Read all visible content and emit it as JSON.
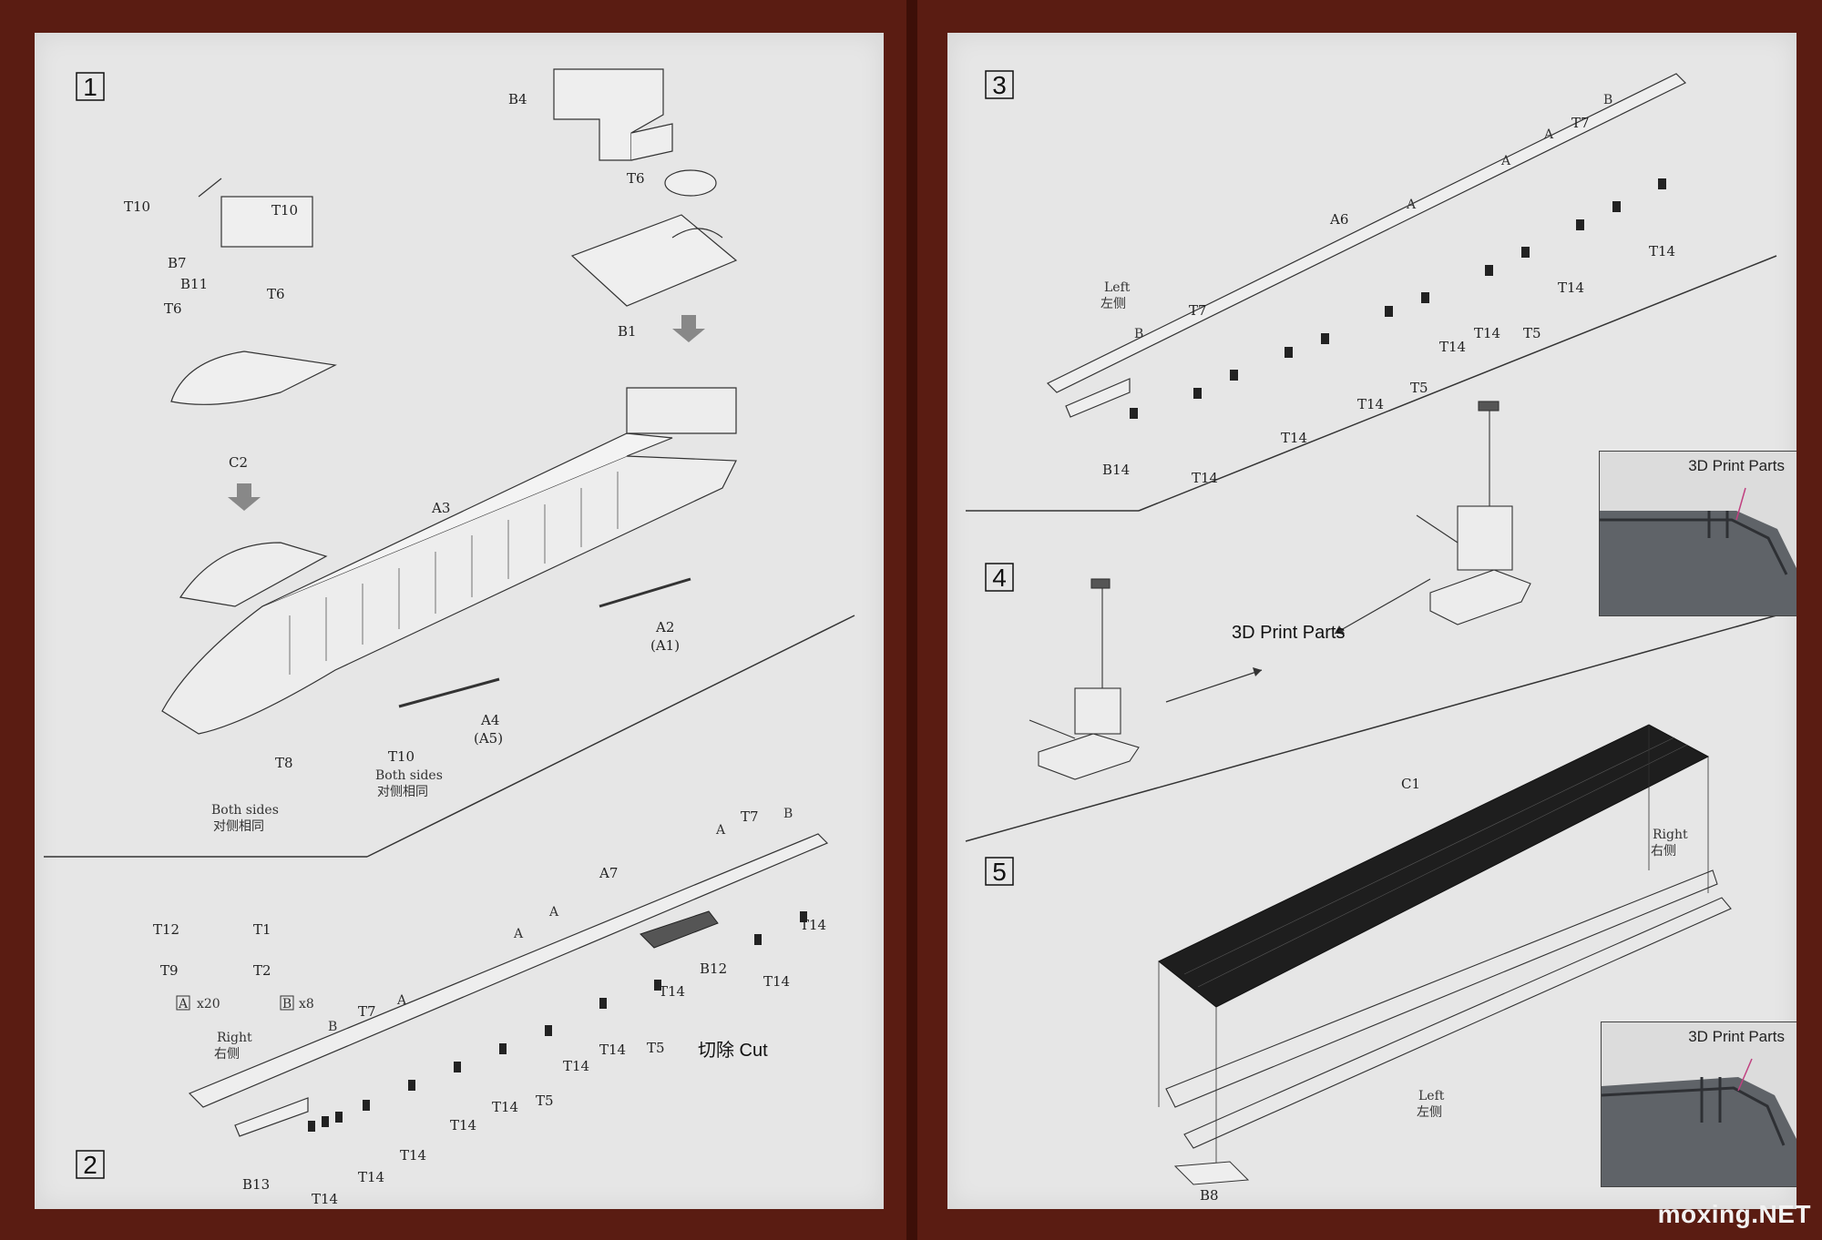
{
  "left_page": {
    "step1": {
      "number": "1",
      "labels": {
        "b4": "B4",
        "t6_top": "T6",
        "b1": "B1",
        "t10_a": "T10",
        "t10_b": "T10",
        "b7": "B7",
        "b11": "B11",
        "t6_a": "T6",
        "t6_b": "T6",
        "c2": "C2",
        "a3": "A3",
        "a2": "A2",
        "a1": "(A1)",
        "a4": "A4",
        "a5": "(A5)",
        "t10_c": "T10",
        "both_sides_1": "Both sides",
        "both_sides_cn_1": "对侧相同",
        "t8": "T8",
        "both_sides_2": "Both sides",
        "both_sides_cn_2": "对侧相同"
      }
    },
    "step2": {
      "number": "2",
      "labels": {
        "t12": "T12",
        "t1": "T1",
        "t9": "T9",
        "t2": "T2",
        "a_box": "A",
        "a_qty": "x20",
        "b_box": "B",
        "b_qty": "x8",
        "right": "Right",
        "right_cn": "右侧",
        "a7": "A7",
        "t7_a": "T7",
        "b_a": "B",
        "a_1": "A",
        "a_2": "A",
        "a_3": "A",
        "a_4": "A",
        "t7_b": "T7",
        "b_b": "B",
        "b12": "B12",
        "t14_a": "T14",
        "t14_b": "T14",
        "t14_c": "T14",
        "t14_d": "T14",
        "t14_e": "T14",
        "t14_f": "T14",
        "t14_g": "T14",
        "t14_h": "T14",
        "t14_i": "T14",
        "t14_j": "T14",
        "t5_a": "T5",
        "t5_b": "T5",
        "cut": "切除 Cut",
        "b13": "B13"
      }
    }
  },
  "right_page": {
    "step3": {
      "number": "3",
      "labels": {
        "a6": "A6",
        "b_a": "B",
        "t7_a": "T7",
        "a_1": "A",
        "a_2": "A",
        "a_3": "A",
        "left": "Left",
        "left_cn": "左侧",
        "t7_b": "T7",
        "b_b": "B",
        "b14": "B14",
        "t14_a": "T14",
        "t14_b": "T14",
        "t14_c": "T14",
        "t14_d": "T14",
        "t14_e": "T14",
        "t14_f": "T14",
        "t14_g": "T14",
        "t5_a": "T5",
        "t5_b": "T5"
      }
    },
    "step4": {
      "number": "4",
      "labels": {
        "print_parts": "3D Print Parts"
      },
      "inset_caption": "3D Print Parts"
    },
    "step5": {
      "number": "5",
      "labels": {
        "c1": "C1",
        "right": "Right",
        "right_cn": "右侧",
        "left": "Left",
        "left_cn": "左侧",
        "b8": "B8"
      },
      "inset_caption": "3D Print Parts"
    }
  },
  "watermark": "moxing.NET",
  "colors": {
    "page": "#e6e6e6",
    "border": "#5a1c12",
    "line": "#222222",
    "deck": "#1e1e1e",
    "print_part": "#5f6368"
  }
}
